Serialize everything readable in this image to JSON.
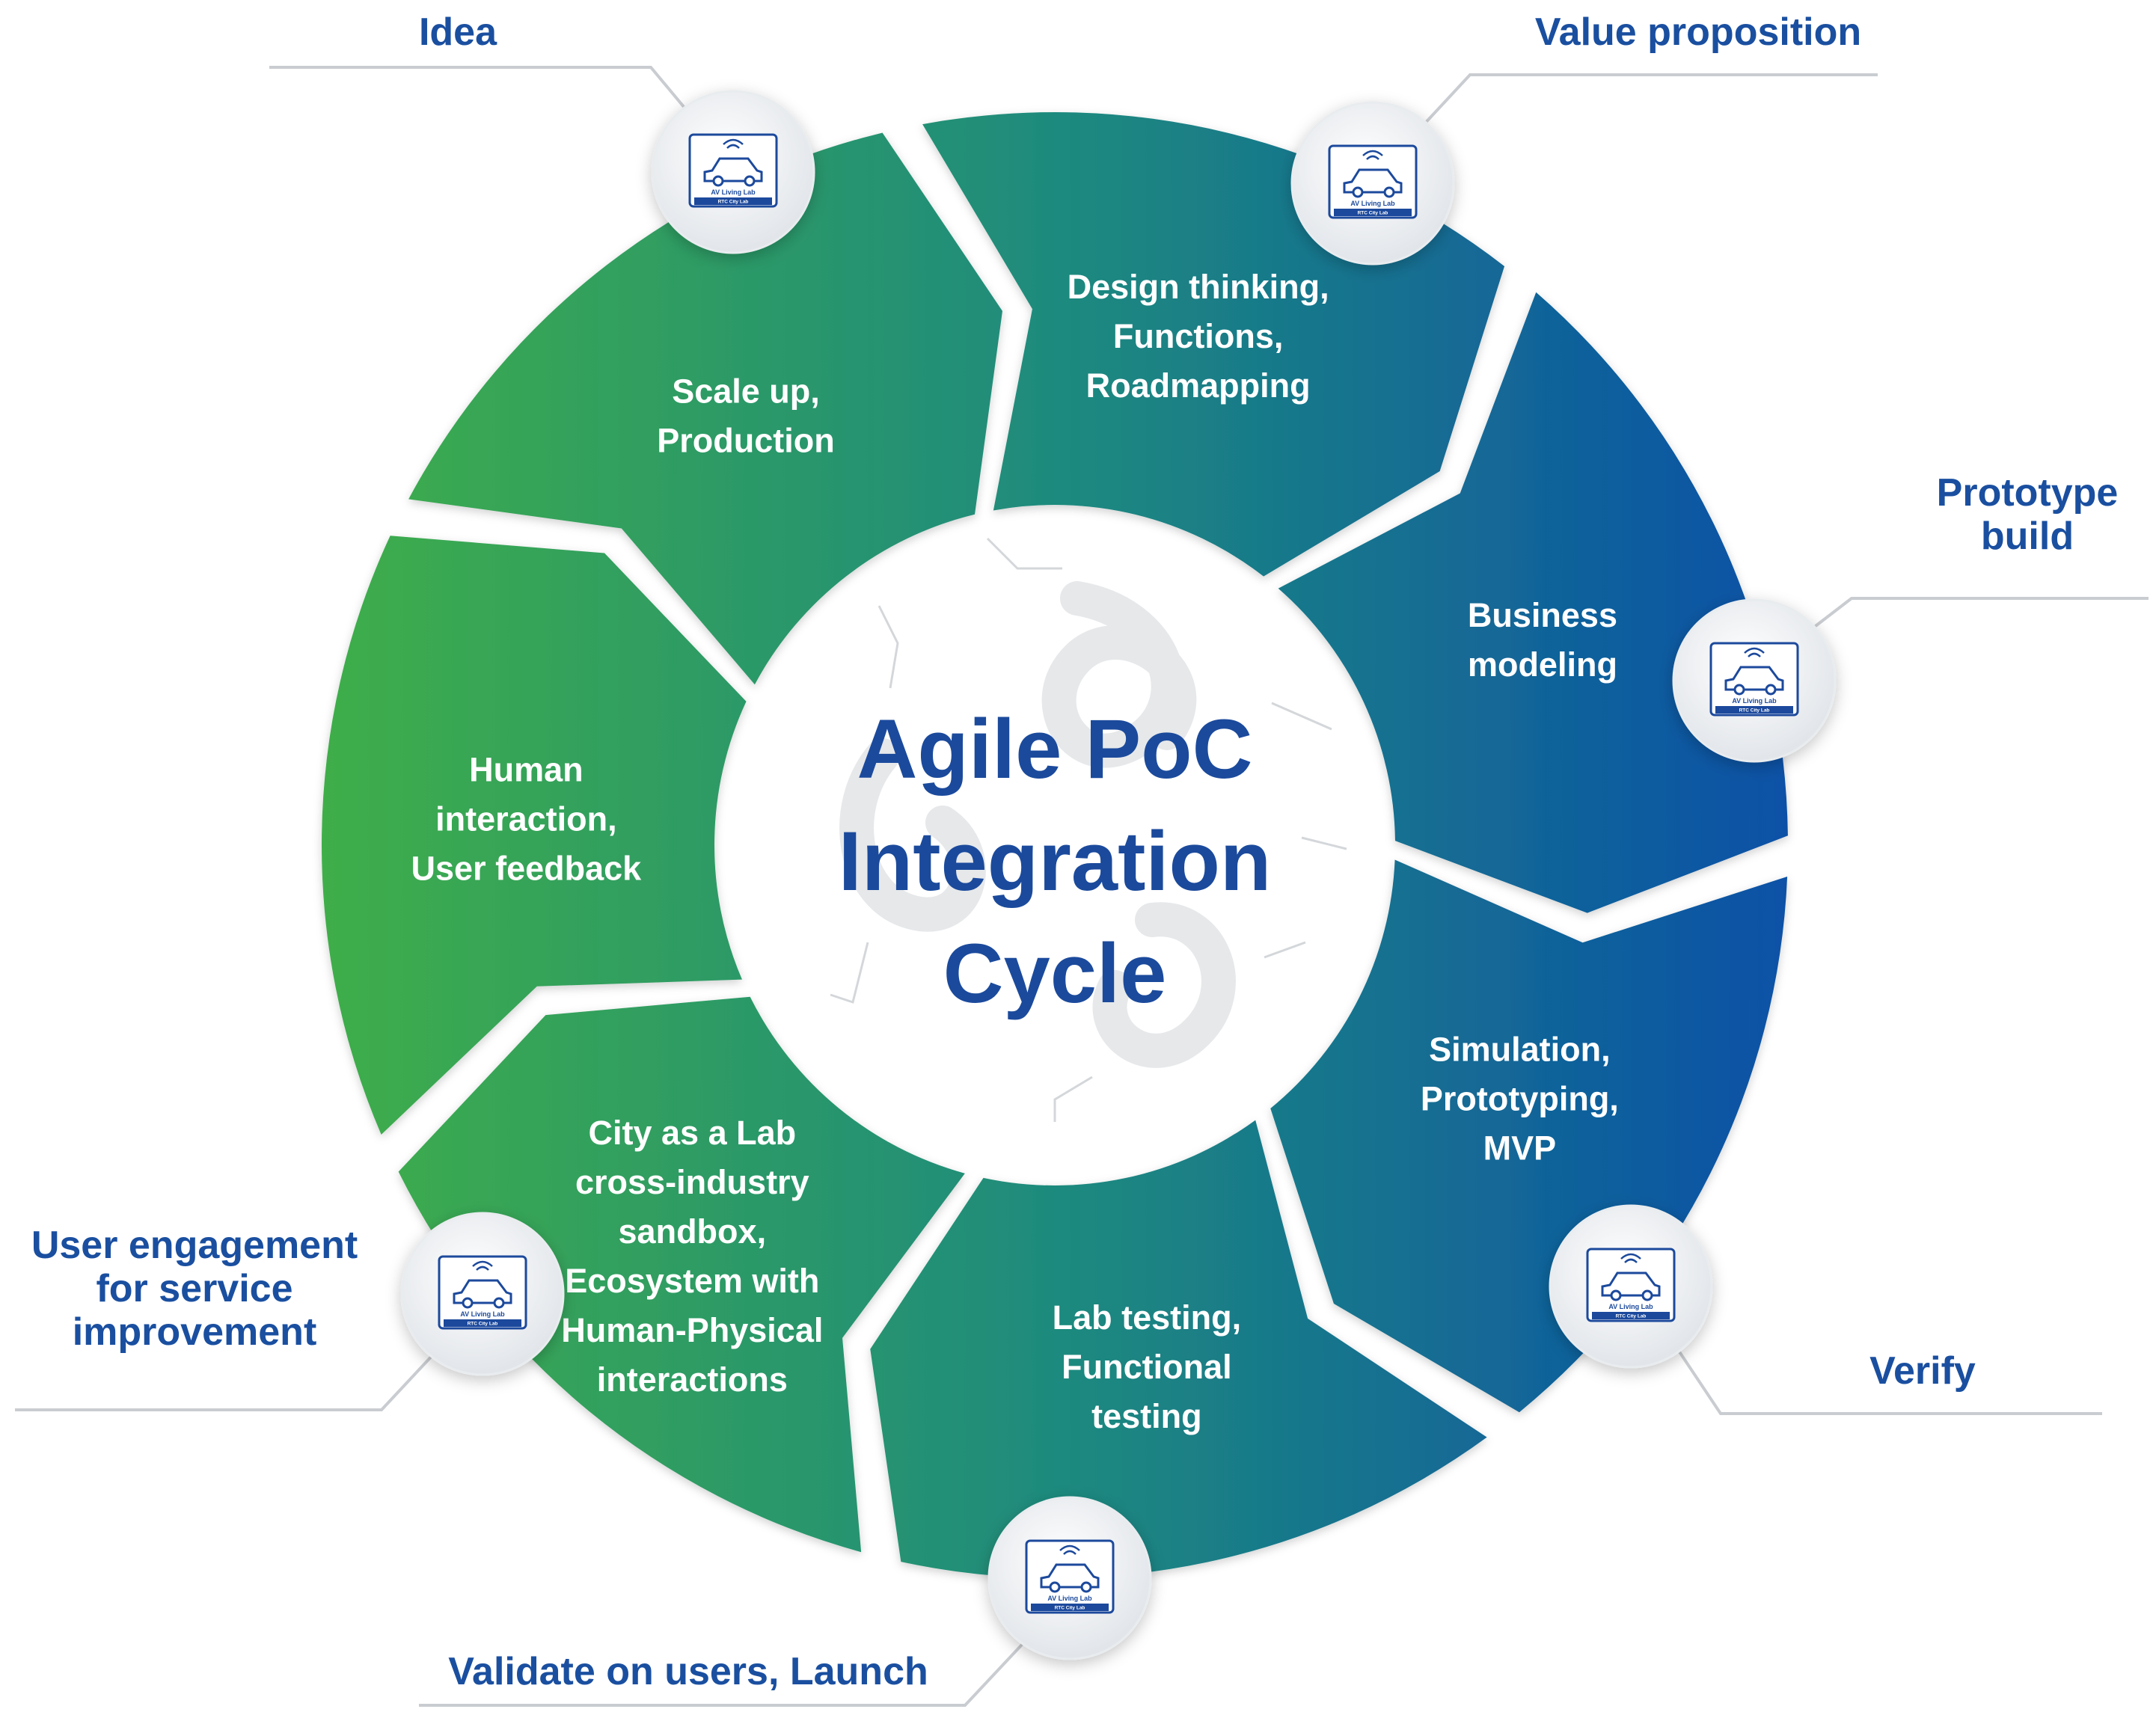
{
  "center": {
    "title_lines": [
      "Agile PoC",
      "Integration",
      "Cycle"
    ]
  },
  "badge": {
    "label": "AV Living Lab",
    "sublabel": "RTC City Lab"
  },
  "segments": [
    {
      "lines": [
        "Design thinking,",
        "Functions,",
        "Roadmapping"
      ]
    },
    {
      "lines": [
        "Business",
        "modeling"
      ]
    },
    {
      "lines": [
        "Simulation,",
        "Prototyping,",
        "MVP"
      ]
    },
    {
      "lines": [
        "Lab testing,",
        "Functional",
        "testing"
      ]
    },
    {
      "lines": [
        "City as a Lab",
        "cross-industry",
        "sandbox,",
        "Ecosystem with",
        "Human-Physical",
        "interactions"
      ]
    },
    {
      "lines": [
        "Human",
        "interaction,",
        "User feedback"
      ]
    },
    {
      "lines": [
        "Scale up,",
        "Production"
      ]
    }
  ],
  "outer_labels": [
    {
      "lines": [
        "Idea"
      ]
    },
    {
      "lines": [
        "Value proposition"
      ]
    },
    {
      "lines": [
        "Prototype",
        "build"
      ]
    },
    {
      "lines": [
        "Verify"
      ]
    },
    {
      "lines": [
        "Validate on users, Launch"
      ]
    },
    {
      "lines": [
        "User engagement",
        "for service",
        "improvement"
      ]
    }
  ],
  "colors": {
    "green": "#3fae49",
    "teal": "#1e8a7e",
    "blue": "#0a4fa8",
    "label_blue": "#1a4fa0",
    "title_blue": "#1b4a9c",
    "leader_line": "#c9ccd0",
    "hub_bg": "#ffffff"
  }
}
